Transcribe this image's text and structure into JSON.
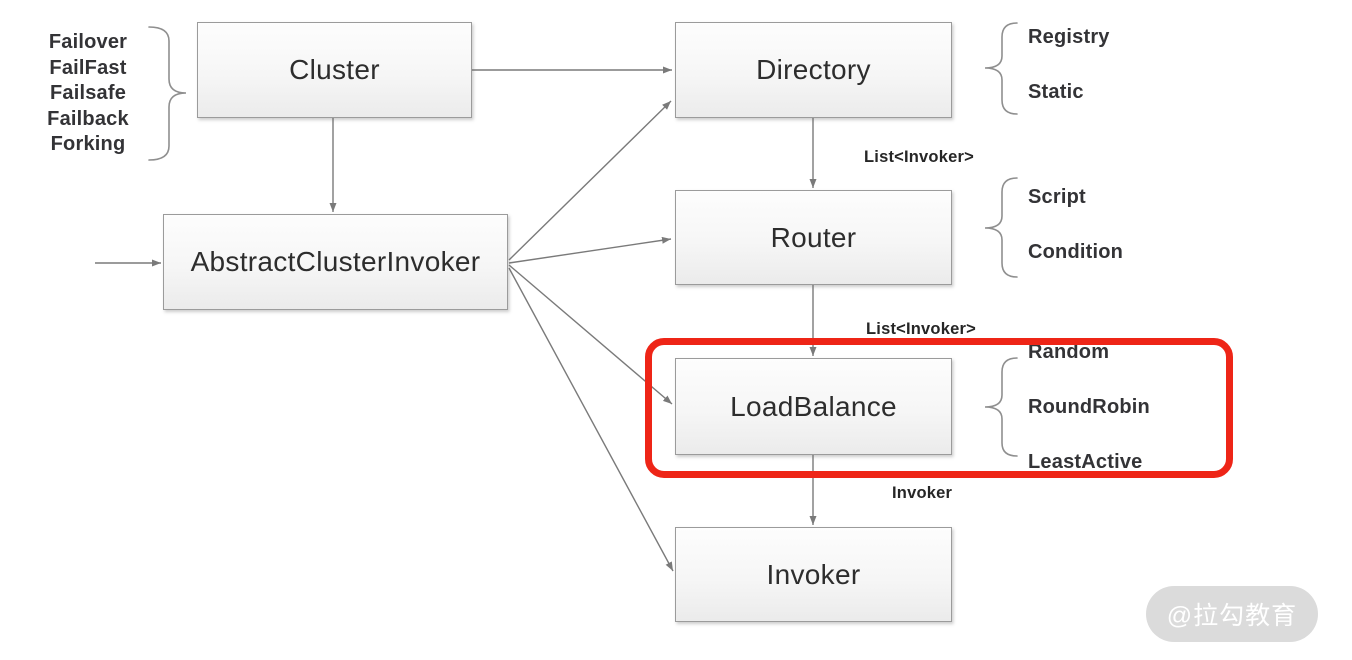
{
  "diagram": {
    "nodes": {
      "cluster": "Cluster",
      "directory": "Directory",
      "abstract_cluster_invoker": "AbstractClusterInvoker",
      "router": "Router",
      "load_balance": "LoadBalance",
      "invoker": "Invoker"
    },
    "edge_labels": {
      "directory_to_router": "List<Invoker>",
      "router_to_load_balance": "List<Invoker>",
      "load_balance_to_invoker": "Invoker"
    },
    "annotations": {
      "cluster_strategies": [
        "Failover",
        "FailFast",
        "Failsafe",
        "Failback",
        "Forking"
      ],
      "directory_types": [
        "Registry",
        "Static"
      ],
      "router_types": [
        "Script",
        "Condition"
      ],
      "load_balance_types": [
        "Random",
        "RoundRobin",
        "LeastActive"
      ]
    },
    "colors": {
      "highlight": "#ee2517",
      "line": "#7a7a7a",
      "box_border": "#9b9b9b",
      "watermark_bg": "#dbdbdb"
    },
    "watermark": "@拉勾教育"
  }
}
